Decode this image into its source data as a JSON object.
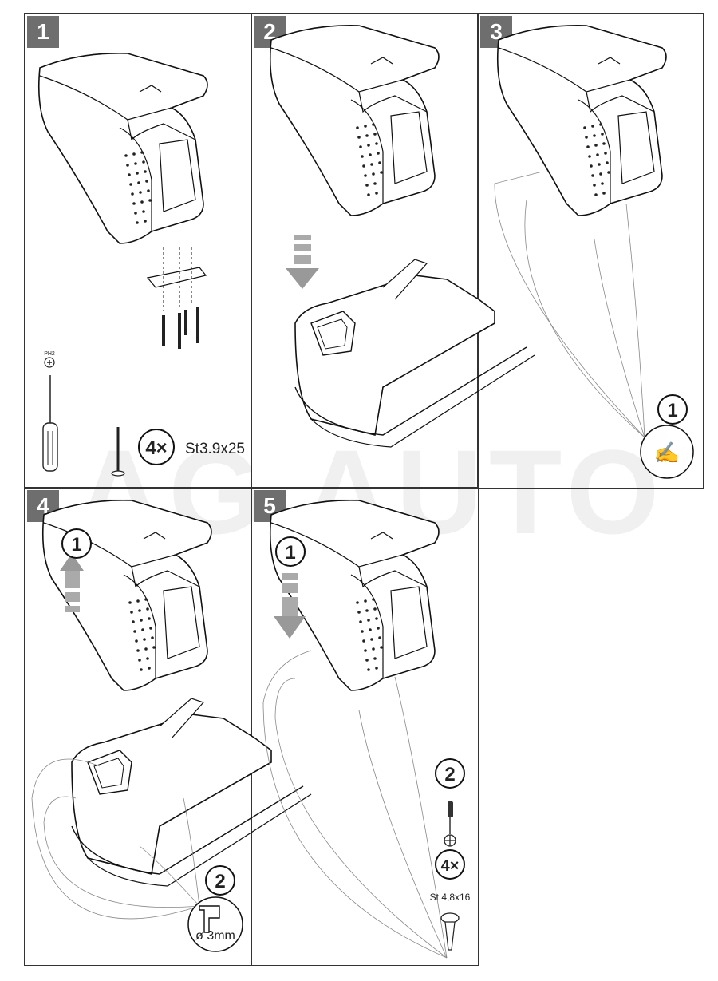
{
  "watermark": "AG AUTO",
  "steps": [
    {
      "number": "1",
      "parts": {
        "tool_label": "PH2",
        "quantity": "4×",
        "screw_spec": "St3.9x25"
      }
    },
    {
      "number": "2"
    },
    {
      "number": "3",
      "callout": "1"
    },
    {
      "number": "4",
      "callouts": [
        "1",
        "2"
      ],
      "drill_size": "ø 3mm"
    },
    {
      "number": "5",
      "callouts": [
        "1",
        "2"
      ],
      "quantity": "4×",
      "screw_spec": "St 4,8x16"
    }
  ],
  "colors": {
    "badge": "#6e6e6e",
    "border": "#333333",
    "arrow": "#9a9a9a",
    "watermark": "#f0f0f0"
  }
}
